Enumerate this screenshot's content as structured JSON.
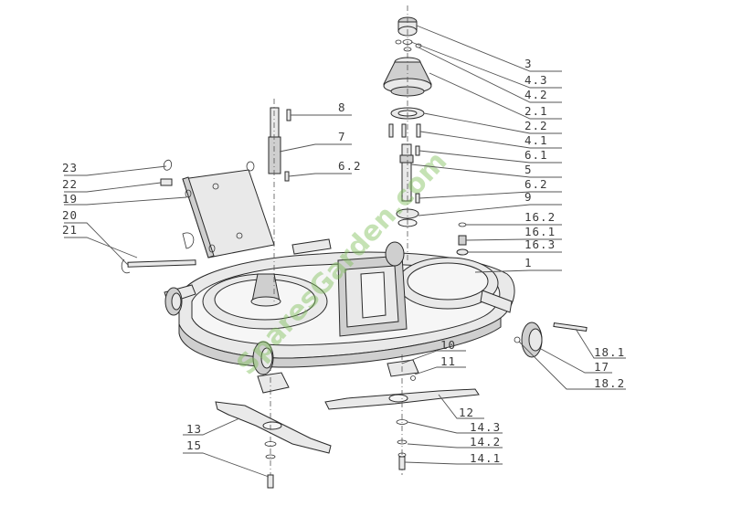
{
  "watermark": "SparesGarden.com",
  "callouts": [
    {
      "id": "c3",
      "text": "3"
    },
    {
      "id": "c4_3",
      "text": "4.3"
    },
    {
      "id": "c4_2",
      "text": "4.2"
    },
    {
      "id": "c2_1",
      "text": "2.1"
    },
    {
      "id": "c2_2",
      "text": "2.2"
    },
    {
      "id": "c4_1",
      "text": "4.1"
    },
    {
      "id": "c6_1",
      "text": "6.1"
    },
    {
      "id": "c5",
      "text": "5"
    },
    {
      "id": "c6_2r",
      "text": "6.2"
    },
    {
      "id": "c9",
      "text": "9"
    },
    {
      "id": "c16_2",
      "text": "16.2"
    },
    {
      "id": "c16_1",
      "text": "16.1"
    },
    {
      "id": "c16_3",
      "text": "16.3"
    },
    {
      "id": "c1",
      "text": "1"
    },
    {
      "id": "c8",
      "text": "8"
    },
    {
      "id": "c7",
      "text": "7"
    },
    {
      "id": "c6_2l",
      "text": "6.2"
    },
    {
      "id": "c23",
      "text": "23"
    },
    {
      "id": "c22",
      "text": "22"
    },
    {
      "id": "c19",
      "text": "19"
    },
    {
      "id": "c20",
      "text": "20"
    },
    {
      "id": "c21",
      "text": "21"
    },
    {
      "id": "c10",
      "text": "10"
    },
    {
      "id": "c11",
      "text": "11"
    },
    {
      "id": "c12",
      "text": "12"
    },
    {
      "id": "c13",
      "text": "13"
    },
    {
      "id": "c15",
      "text": "15"
    },
    {
      "id": "c14_3",
      "text": "14.3"
    },
    {
      "id": "c14_2",
      "text": "14.2"
    },
    {
      "id": "c14_1",
      "text": "14.1"
    },
    {
      "id": "c18_1",
      "text": "18.1"
    },
    {
      "id": "c17",
      "text": "17"
    },
    {
      "id": "c18_2",
      "text": "18.2"
    }
  ]
}
